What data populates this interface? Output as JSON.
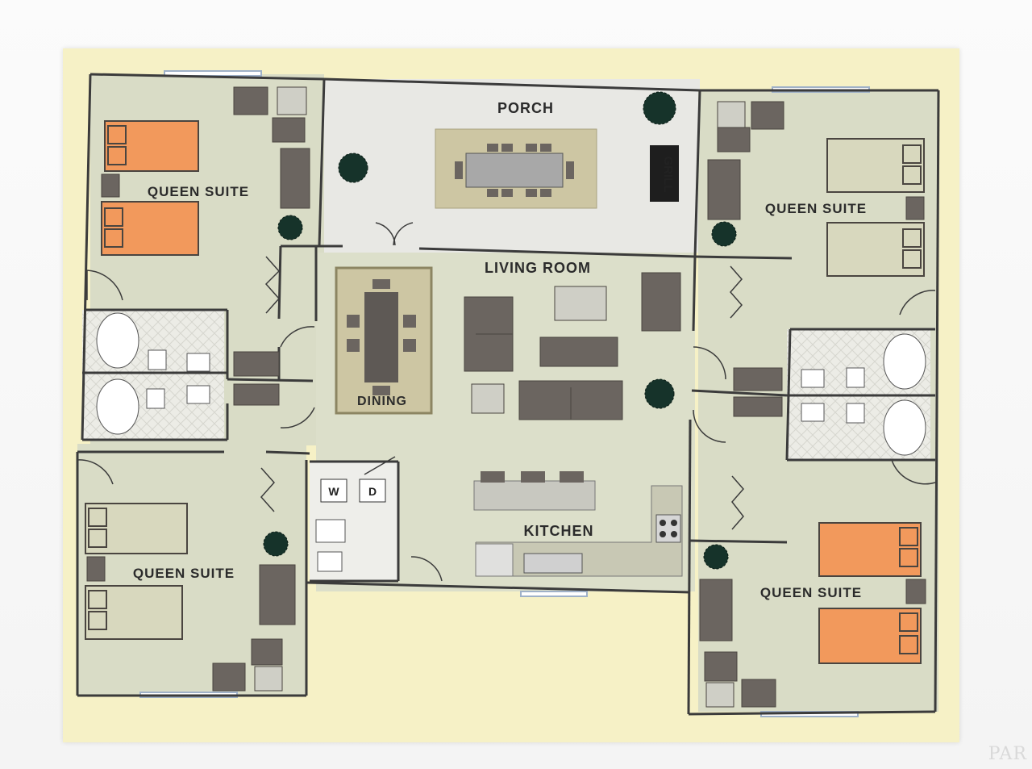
{
  "rooms": {
    "porch": "PORCH",
    "grill": "GRILL",
    "living_room": "LIVING ROOM",
    "dining": "DINING",
    "kitchen": "KITCHEN",
    "suite_top_left": "QUEEN SUITE",
    "suite_top_right": "QUEEN SUITE",
    "suite_bottom_left": "QUEEN SUITE",
    "suite_bottom_right": "QUEEN SUITE"
  },
  "laundry": {
    "washer": "W",
    "dryer": "D"
  },
  "watermark": "PAR",
  "colors": {
    "floor": "#d9dcc6",
    "wall": "#3b3b3b",
    "furniture": "#6b6560",
    "bed_orange": "#f2995c",
    "bed_beige": "#d8d8be",
    "rug": "#cdc6a3",
    "plant": "#16332a",
    "paper": "#f6f1c6"
  }
}
